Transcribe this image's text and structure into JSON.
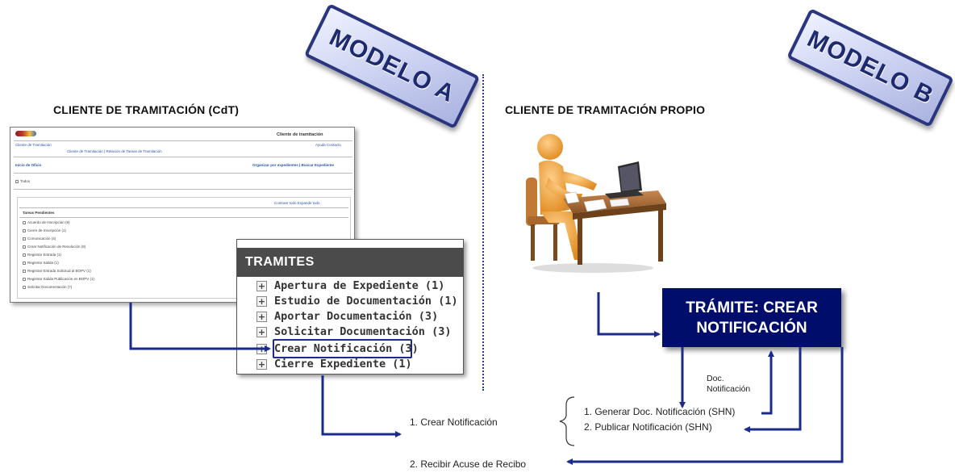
{
  "stamps": {
    "model_a": "MODELO A",
    "model_b": "MODELO B"
  },
  "headings": {
    "left": "CLIENTE DE TRAMITACIÓN (CdT)",
    "right": "CLIENTE DE TRAMITACIÓN PROPIO"
  },
  "cdt_window": {
    "title": "Cliente de tramitación",
    "nav": "Cliente de Tramitación",
    "nav_right": "Ayuda  Contacto",
    "breadcrumb": "Cliente de Tramitación  |  Relación de Tareas de Tramitación",
    "section": "Inicio de Oficio",
    "group_by": "Organizar por expedientes  |  Buscar Expediente",
    "filter": "Todos",
    "panel_links": "Contraer todo   Expandir todo",
    "panel_title": "Tareas Pendientes",
    "items": [
      "Acuerdo de Inscripción (9)",
      "Cierre de Inscripción (1)",
      "Comunicación (4)",
      "Crear Notificación de Resolución (9)",
      "Registrar Entrada (1)",
      "Registrar Salida (1)",
      "Registrar Entrada Solicitud al BOPV (1)",
      "Registrar Salida Publicación en BOPV (1)",
      "Solicitar Documentación (7)"
    ]
  },
  "tramites": {
    "header": "TRAMITES",
    "items": [
      "Apertura de Expediente (1)",
      "Estudio de Documentación (1)",
      "Aportar Documentación (3)",
      "Solicitar Documentación (3)",
      "Crear Notificación (3)",
      "Cierre Expediente (1)"
    ]
  },
  "tramite_box": {
    "line1": "TRÁMITE: CREAR",
    "line2": "NOTIFICACIÓN"
  },
  "flow": {
    "crear": "1. Crear Notificación",
    "recibir": "2. Recibir Acuse de Recibo",
    "doc_label_1": "Doc.",
    "doc_label_2": "Notificación",
    "step1": "1. Generar Doc. Notificación (SHN)",
    "step2": "2. Publicar Notificación (SHN)"
  },
  "colors": {
    "accent": "#000d6b",
    "arrow": "#1b2b8a",
    "stamp_border": "#2a3580",
    "tramites_header": "#4b4b4b"
  },
  "icons": {
    "expand": "plus-square-icon",
    "illustration": "person-at-desk-icon"
  }
}
